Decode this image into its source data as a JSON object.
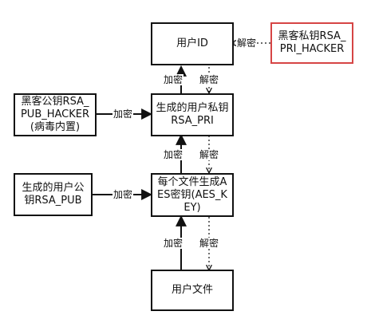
{
  "nodes": {
    "user_id": "用户ID",
    "hacker_private_key": "黑客私钥RSA_PRI_HACKER",
    "hacker_public_key": "黑客公钥RSA_PUB_HACKER(病毒内置)",
    "generated_user_private_key": "生成的用户私钥RSA_PRI",
    "generated_user_public_key": "生成的用户公钥RSA_PUB",
    "per_file_aes_key": "每个文件生成AES密钥(AES_KEY)",
    "user_file": "用户文件"
  },
  "edge_labels": {
    "decrypt_from_hacker_private": "解密",
    "encrypt_user_pri_to_user_id": "加密",
    "decrypt_user_id_to_user_pri": "解密",
    "encrypt_hacker_public_to_user_pri": "加密",
    "encrypt_aes_to_user_pri": "加密",
    "decrypt_user_pri_to_aes": "解密",
    "encrypt_user_public_to_aes": "加密",
    "encrypt_file_to_aes": "加密",
    "decrypt_aes_to_file": "解密"
  }
}
